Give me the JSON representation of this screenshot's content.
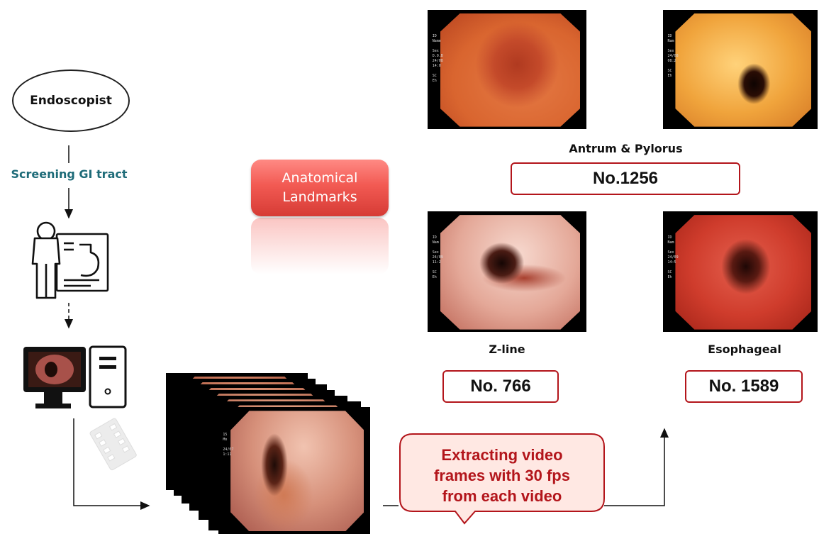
{
  "workflow": {
    "actor": "Endoscopist",
    "step_label": "Screening GI tract",
    "landmark_button": {
      "line1": "Anatomical",
      "line2": "Landmarks"
    },
    "extraction_note": {
      "line1": "Extracting video",
      "line2": "frames with 30 fps",
      "line3": "from each video"
    }
  },
  "landmarks": [
    {
      "name": "Antrum & Pylorus",
      "count": "No.1256"
    },
    {
      "name": "Z-line",
      "count": "No. 766"
    },
    {
      "name": "Esophageal",
      "count": "No. 1589"
    }
  ],
  "icons": {
    "doctor": "doctor-presenting-icon",
    "computer": "computer-monitor-icon",
    "film": "film-strip-icon"
  },
  "colors": {
    "accent_red": "#b3151b",
    "button_red": "#f25a53",
    "teal": "#1d6b78"
  }
}
